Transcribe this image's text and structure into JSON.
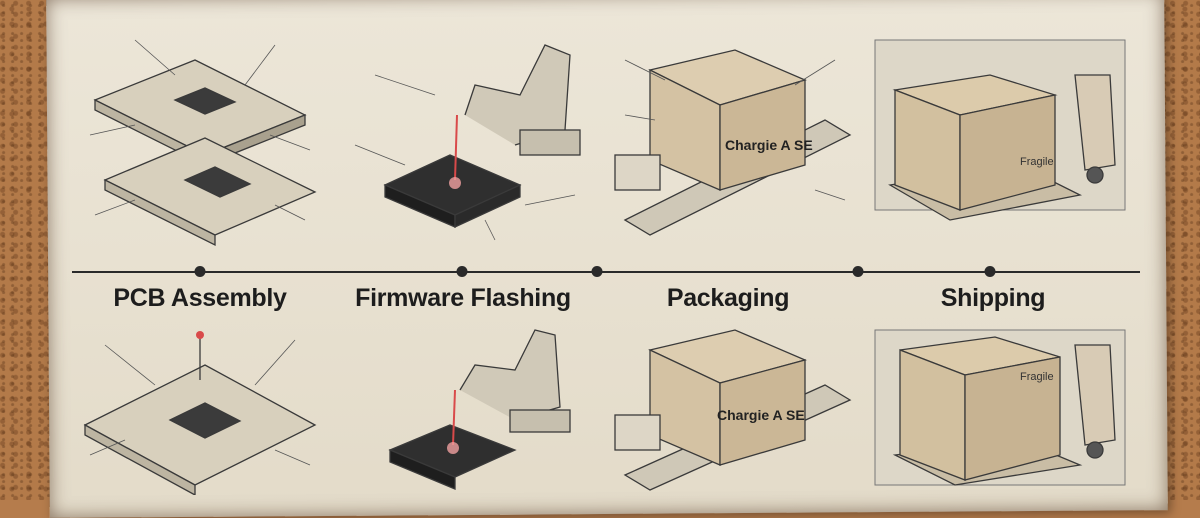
{
  "stages": [
    {
      "label": "PCB Assembly"
    },
    {
      "label": "Firmware Flashing"
    },
    {
      "label": "Packaging"
    },
    {
      "label": "Shipping"
    }
  ],
  "box_label_top": "Chargie A SE",
  "box_label_bottom": "Chargie A SE",
  "pallet_label": "Fragile",
  "colors": {
    "paper": "#e8e1d1",
    "ink": "#3a3a3a",
    "laser": "#d94a4a",
    "cork": "#b37a49"
  }
}
